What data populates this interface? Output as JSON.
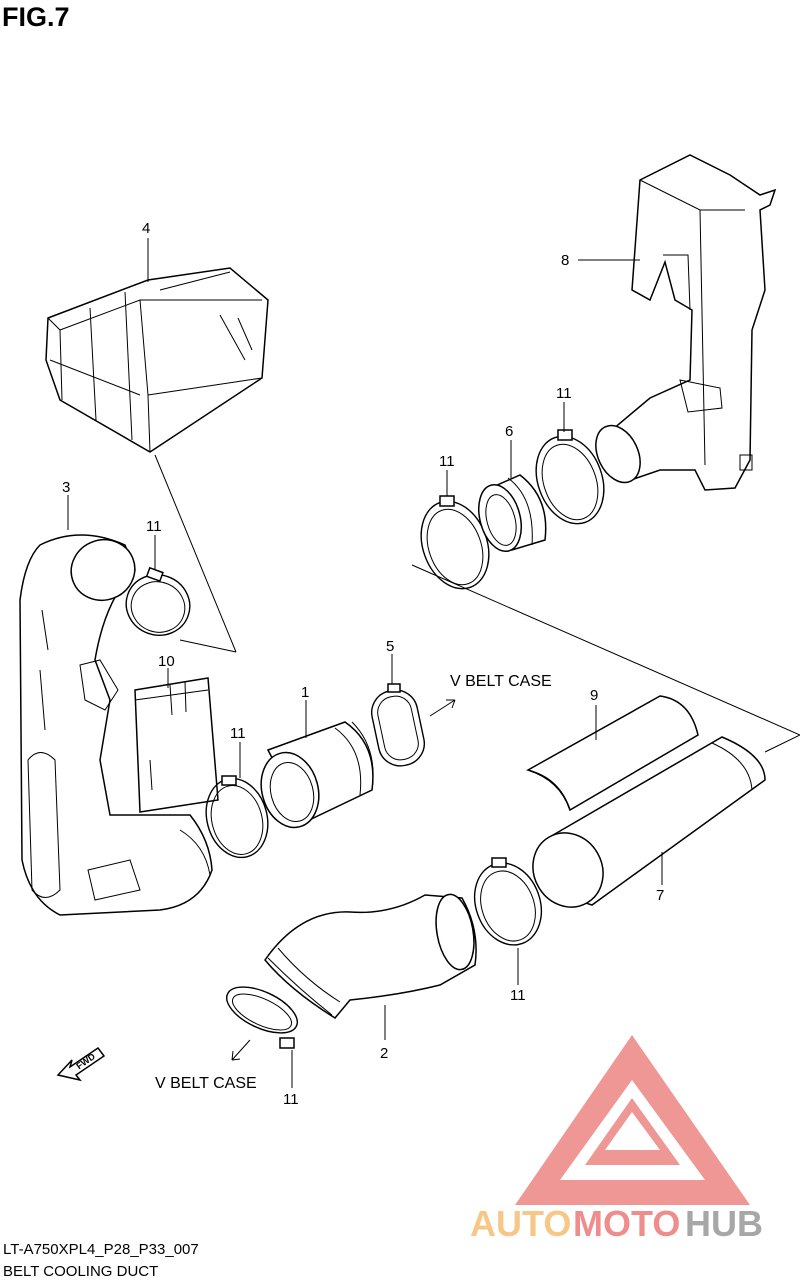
{
  "figure": {
    "title": "FIG.7"
  },
  "parts": [
    {
      "ref": "1"
    },
    {
      "ref": "2"
    },
    {
      "ref": "3"
    },
    {
      "ref": "4"
    },
    {
      "ref": "5"
    },
    {
      "ref": "6"
    },
    {
      "ref": "7"
    },
    {
      "ref": "8"
    },
    {
      "ref": "9"
    },
    {
      "ref": "10"
    },
    {
      "ref": "11"
    }
  ],
  "labels": {
    "p1": "1",
    "p2": "2",
    "p3": "3",
    "p4": "4",
    "p5": "5",
    "p6": "6",
    "p7": "7",
    "p8": "8",
    "p9": "9",
    "p10": "10",
    "p11_a": "11",
    "p11_b": "11",
    "p11_c": "11",
    "p11_d": "11",
    "p11_e": "11",
    "p11_f": "11"
  },
  "notes": {
    "v_belt_case_upper": "V BELT CASE",
    "v_belt_case_lower": "V BELT CASE",
    "fwd": "FWD"
  },
  "footer": {
    "model_code": "LT-A750XPL4_P28_P33_007",
    "section_name": "BELT COOLING DUCT"
  },
  "watermark": {
    "text_auto": "AUTO",
    "text_moto": "MOTO",
    "text_hub": "HUB",
    "colors": {
      "red": "#e3433f",
      "orange": "#f2a23a",
      "grey": "#6e6e6e"
    }
  }
}
